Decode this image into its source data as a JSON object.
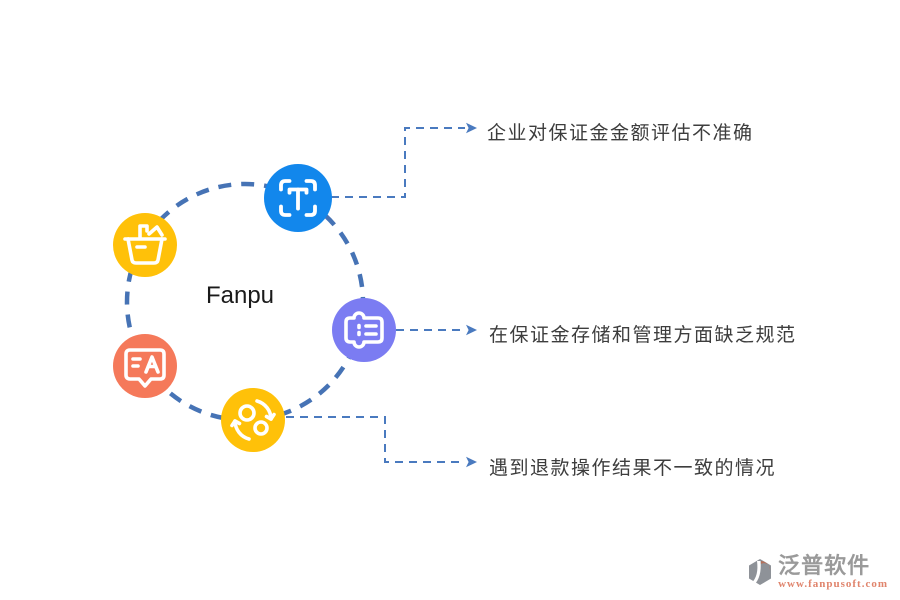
{
  "diagram": {
    "center_label": "Fanpu",
    "issues": [
      {
        "text": "企业对保证金金额评估不准确"
      },
      {
        "text": "在保证金存储和管理方面缺乏规范"
      },
      {
        "text": "遇到退款操作结果不一致的情况"
      }
    ],
    "node_icons": [
      "shopping-basket-icon",
      "text-scan-icon",
      "ticket-list-icon",
      "translate-message-icon",
      "sync-circles-icon"
    ]
  },
  "colors": {
    "ring": "#4673b5",
    "connector": "#4a7abf",
    "icon_blue": "#1287ec",
    "icon_yellow": "#ffc109",
    "icon_salmon": "#f5795a",
    "icon_purple": "#7b7cf2",
    "label_text": "#3d3d3d",
    "watermark_gray": "#9a9a9a",
    "watermark_url": "#e0846c",
    "logo_gray": "#8e9298",
    "logo_salmon": "#b5705a"
  },
  "watermark": {
    "brand": "泛普软件",
    "url": "www.fanpusoft.com"
  }
}
